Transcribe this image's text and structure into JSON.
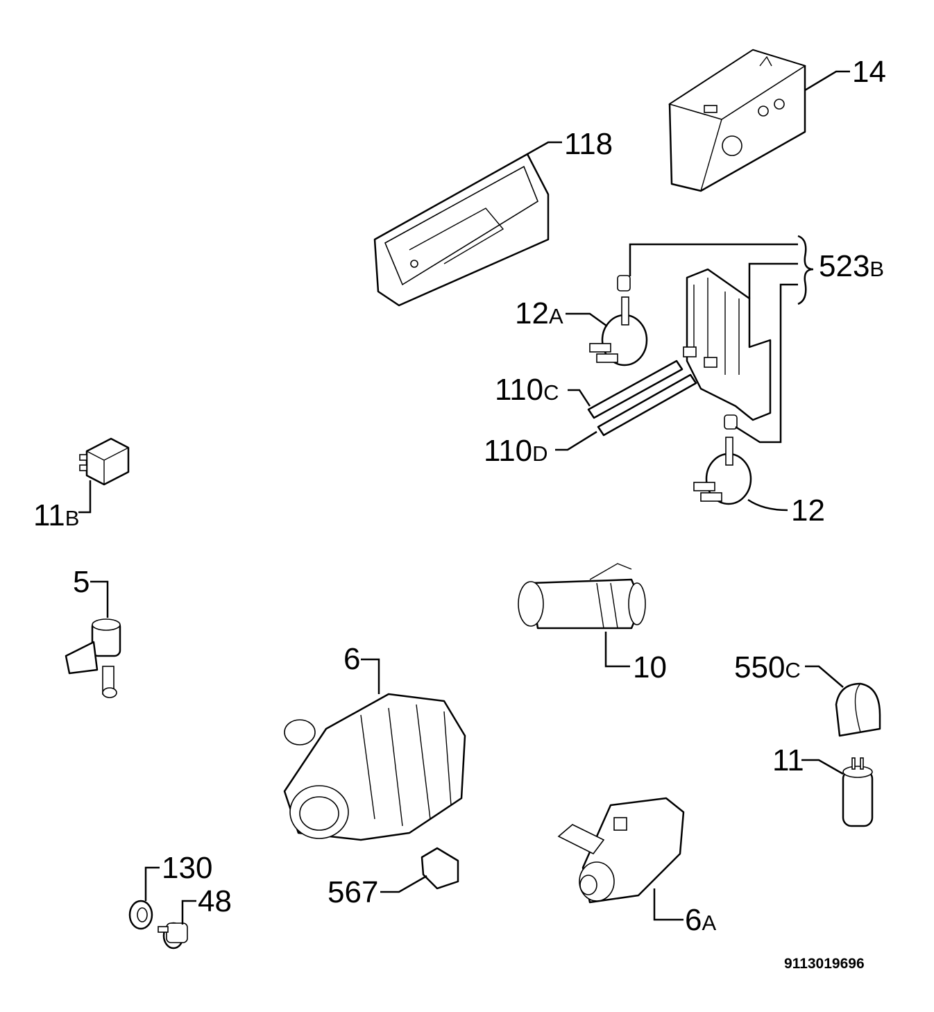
{
  "labels": {
    "p14": {
      "num": "14",
      "suffix": ""
    },
    "p118": {
      "num": "118",
      "suffix": ""
    },
    "p523b": {
      "num": "523",
      "suffix": "B"
    },
    "p12a": {
      "num": "12",
      "suffix": "A"
    },
    "p110c": {
      "num": "110",
      "suffix": "C"
    },
    "p110d": {
      "num": "110",
      "suffix": "D"
    },
    "p12": {
      "num": "12",
      "suffix": ""
    },
    "p11b": {
      "num": "11",
      "suffix": "B"
    },
    "p5": {
      "num": "5",
      "suffix": ""
    },
    "p10": {
      "num": "10",
      "suffix": ""
    },
    "p6": {
      "num": "6",
      "suffix": ""
    },
    "p550c": {
      "num": "550",
      "suffix": "C"
    },
    "p11": {
      "num": "11",
      "suffix": ""
    },
    "p130": {
      "num": "130",
      "suffix": ""
    },
    "p48": {
      "num": "48",
      "suffix": ""
    },
    "p567": {
      "num": "567",
      "suffix": ""
    },
    "p6a": {
      "num": "6",
      "suffix": "A"
    }
  },
  "diagram_code": "9113019696"
}
